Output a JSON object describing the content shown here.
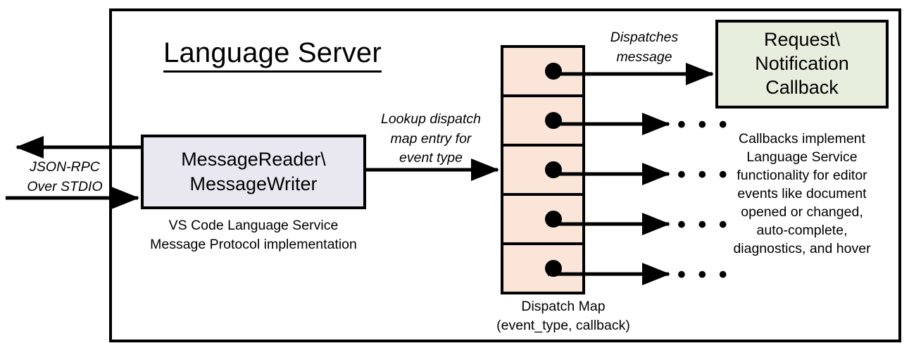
{
  "diagram": {
    "title": "Language Server",
    "outer_container_name": "Language Server boundary"
  },
  "message_io": {
    "box_label_line1": "MessageReader\\",
    "box_label_line2": "MessageWriter",
    "caption_line1": "VS Code Language Service",
    "caption_line2": "Message Protocol implementation",
    "box_fill": "#E9E7F0"
  },
  "external_channel": {
    "label_line1": "JSON-RPC",
    "label_line2": "Over STDIO"
  },
  "lookup_edge": {
    "label_line1": "Lookup dispatch",
    "label_line2": "map entry for",
    "label_line3": "event type"
  },
  "dispatch_map": {
    "caption_line1": "Dispatch Map",
    "caption_line2": "(event_type, callback)",
    "cell_fill": "#FAE5D8",
    "rows": [
      {
        "index": "1",
        "has_dot": "yes",
        "target": "Request\\Notification Callback"
      },
      {
        "index": "2",
        "has_dot": "yes",
        "target": "..."
      },
      {
        "index": "3",
        "has_dot": "yes",
        "target": "..."
      },
      {
        "index": "4",
        "has_dot": "yes",
        "target": "..."
      },
      {
        "index": "5",
        "has_dot": "yes",
        "target": "..."
      }
    ],
    "ellipsis": "• • •"
  },
  "dispatch_edge": {
    "label_line1": "Dispatches",
    "label_line2": "message"
  },
  "callback": {
    "box_label_line1": "Request\\",
    "box_label_line2": "Notification",
    "box_label_line3": "Callback",
    "box_fill": "#E8EEDD",
    "caption_line1": "Callbacks implement",
    "caption_line2": "Language Service",
    "caption_line3": "functionality for editor",
    "caption_line4": "events like document",
    "caption_line5": "opened or changed,",
    "caption_line6": "auto-complete,",
    "caption_line7": "diagnostics, and hover"
  }
}
